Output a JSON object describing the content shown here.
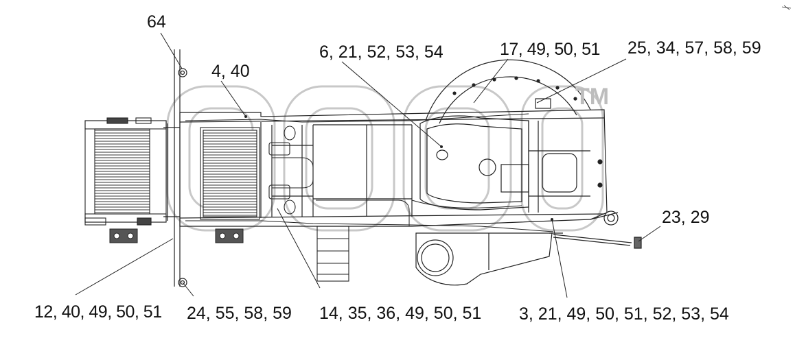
{
  "callouts": {
    "c64": "64",
    "c4_40": "4, 40",
    "c6_21": "6, 21, 52, 53, 54",
    "c17_49": "17, 49, 50, 51",
    "c25_34": "25, 34, 57, 58, 59",
    "c23_29": "23, 29",
    "c12_40": "12, 40, 49, 50, 51",
    "c24_55": "24, 55, 58, 59",
    "c14_35": "14, 35, 36, 49, 50, 51",
    "c3_21": "3, 21, 49, 50, 51, 52, 53, 54"
  },
  "watermark": {
    "tm": "TM"
  },
  "colors": {
    "line": "#222222",
    "watermark": "#c8c8c8"
  }
}
